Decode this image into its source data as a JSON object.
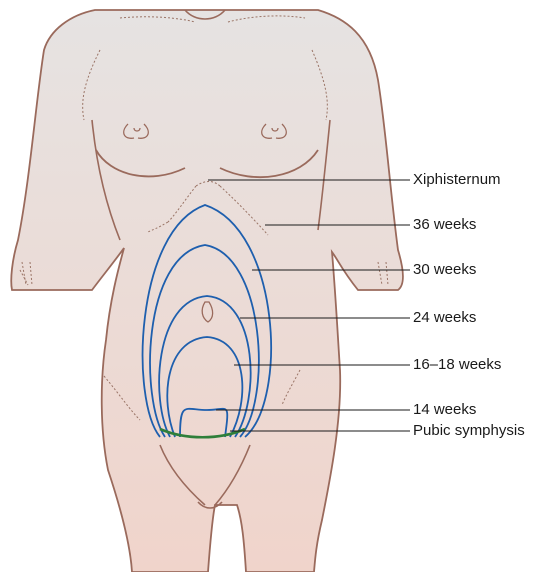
{
  "colors": {
    "skin_top": "#e6e3e2",
    "skin_bottom": "#f0d4cb",
    "outline": "#9a6a5c",
    "dotted": "#9a7466",
    "fundus_line": "#1e5fae",
    "pubic_line": "#2f7f3a",
    "leader": "#1a1a1a"
  },
  "labels": {
    "xiphisternum": "Xiphisternum",
    "w36": "36 weeks",
    "w30": "30 weeks",
    "w24": "24 weeks",
    "w16_18": "16–18 weeks",
    "w14": "14 weeks",
    "pubic": "Pubic symphysis"
  }
}
